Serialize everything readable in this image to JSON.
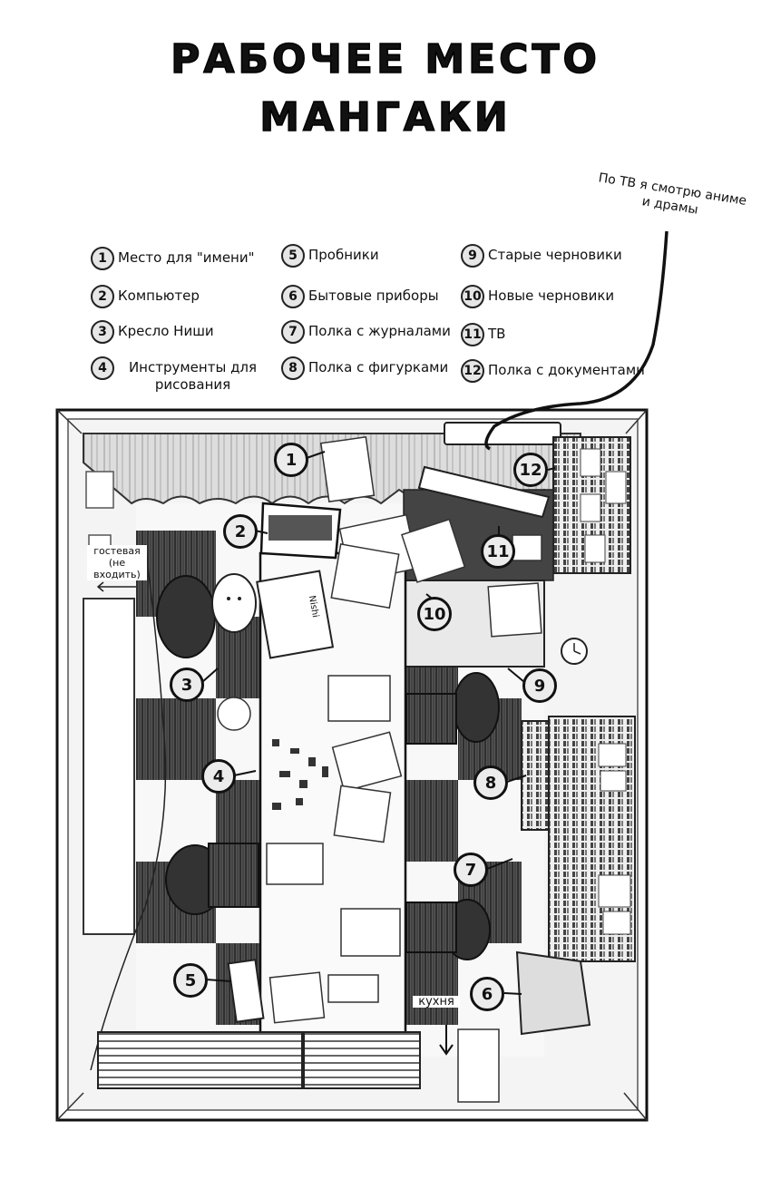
{
  "title": {
    "line1": "РАБОЧЕЕ МЕСТО",
    "line2": "МАНГАКИ"
  },
  "legend": [
    {
      "num": "1",
      "label": "Место для \"имени\""
    },
    {
      "num": "2",
      "label": "Компьютер"
    },
    {
      "num": "3",
      "label": "Кресло Ниши"
    },
    {
      "num": "4",
      "label": "Инструменты для рисования"
    },
    {
      "num": "5",
      "label": "Пробники"
    },
    {
      "num": "6",
      "label": "Бытовые приборы"
    },
    {
      "num": "7",
      "label": "Полка с журналами"
    },
    {
      "num": "8",
      "label": "Полка с фигурками"
    },
    {
      "num": "9",
      "label": "Старые черновики"
    },
    {
      "num": "10",
      "label": "Новые черновики"
    },
    {
      "num": "11",
      "label": "ТВ"
    },
    {
      "num": "12",
      "label": "Полка с документами"
    }
  ],
  "notes": {
    "tv": "По ТВ я смотрю аниме и драмы",
    "guest": "гостевая (не входить)",
    "kitchen": "кухня",
    "poster": "Nishi"
  }
}
